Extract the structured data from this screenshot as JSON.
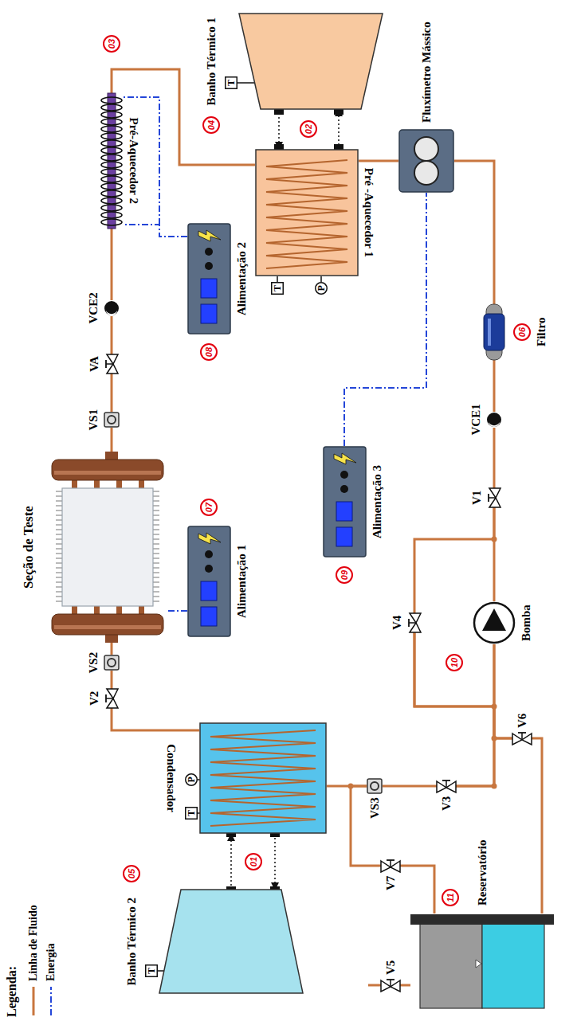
{
  "diagram": {
    "nodes": [
      {
        "text": [
          "Banho Térmico 1"
        ]
      },
      {
        "text": [
          "Pré -Aquecedor 1"
        ]
      },
      {
        "text": [
          "Pré-Aquecedor 2"
        ]
      },
      {
        "text": [
          "Fluxímetro Mássico"
        ]
      },
      {
        "text": [
          "Filtro"
        ]
      },
      {
        "text": [
          "VCE1"
        ]
      },
      {
        "text": [
          "V1"
        ]
      },
      {
        "text": [
          "Bomba"
        ]
      },
      {
        "text": [
          "V4"
        ]
      },
      {
        "text": [
          "Alimentação 3"
        ]
      },
      {
        "text": [
          "Alimentação 2"
        ]
      },
      {
        "text": [
          "VCE2"
        ]
      },
      {
        "text": [
          "VA"
        ]
      },
      {
        "text": [
          "VS1"
        ]
      },
      {
        "text": [
          "Seção de Teste"
        ]
      },
      {
        "text": [
          "Alimentação 1"
        ]
      },
      {
        "text": [
          "VS2"
        ]
      },
      {
        "text": [
          "V2"
        ]
      },
      {
        "text": [
          "Condensador"
        ]
      },
      {
        "text": [
          "Banho Térmico 2"
        ]
      },
      {
        "text": [
          "VS3"
        ]
      },
      {
        "text": [
          "V3"
        ]
      },
      {
        "text": [
          "V6"
        ]
      },
      {
        "text": [
          "V7"
        ]
      },
      {
        "text": [
          "V5"
        ]
      },
      {
        "text": [
          "Reservatório"
        ]
      },
      {
        "text": [
          "T"
        ]
      },
      {
        "text": [
          "T"
        ]
      },
      {
        "text": [
          "P"
        ]
      },
      {
        "text": [
          "T"
        ]
      },
      {
        "text": [
          "P"
        ]
      },
      {
        "text": [
          "T"
        ]
      }
    ],
    "edges": [
      {
        "from": 2,
        "to": 11,
        "arrow": "none"
      },
      {
        "from": 11,
        "to": 12,
        "arrow": "none"
      },
      {
        "from": 12,
        "to": 13,
        "arrow": "none"
      },
      {
        "from": 13,
        "to": 14,
        "arrow": "none"
      },
      {
        "from": 14,
        "to": 16,
        "arrow": "none"
      },
      {
        "from": 16,
        "to": 17,
        "arrow": "none"
      },
      {
        "from": 17,
        "to": 18,
        "arrow": "none"
      },
      {
        "from": 18,
        "to": 20,
        "arrow": "none"
      },
      {
        "from": 20,
        "to": 21,
        "arrow": "none"
      },
      {
        "from": 21,
        "to": 7,
        "arrow": "none"
      },
      {
        "from": 21,
        "to": 8,
        "arrow": "none"
      },
      {
        "from": 22,
        "to": 7,
        "arrow": "none"
      },
      {
        "from": 22,
        "to": 8,
        "arrow": "none"
      },
      {
        "from": 7,
        "to": 6,
        "arrow": "none"
      },
      {
        "from": 8,
        "to": 6,
        "arrow": "none"
      },
      {
        "from": 6,
        "to": 5,
        "arrow": "none"
      },
      {
        "from": 5,
        "to": 4,
        "arrow": "none"
      },
      {
        "from": 4,
        "to": 3,
        "arrow": "none"
      },
      {
        "from": 3,
        "to": 1,
        "arrow": "none"
      },
      {
        "from": 1,
        "to": 2,
        "arrow": "none"
      },
      {
        "from": 25,
        "to": 23,
        "arrow": "none"
      },
      {
        "from": 23,
        "to": 20,
        "arrow": "none"
      },
      {
        "from": 25,
        "to": 24,
        "arrow": "none"
      },
      {
        "from": 25,
        "to": 22,
        "arrow": "none"
      },
      {
        "from": 15,
        "to": 14,
        "arrow": "none"
      },
      {
        "from": 10,
        "to": 2,
        "arrow": "none"
      },
      {
        "from": 9,
        "to": 3,
        "arrow": "none"
      },
      {
        "from": 0,
        "to": 1,
        "arrow": "to"
      },
      {
        "from": 1,
        "to": 0,
        "arrow": "to"
      },
      {
        "from": 19,
        "to": 18,
        "arrow": "to"
      },
      {
        "from": 18,
        "to": 19,
        "arrow": "to"
      }
    ],
    "labels": [
      "Legenda:",
      "01",
      "02",
      "03",
      "04",
      "05",
      "06",
      "07",
      "08",
      "09",
      "10",
      "11"
    ],
    "legend": [
      {
        "text": "Linha de Fluido"
      },
      {
        "text": "Energia"
      }
    ]
  }
}
